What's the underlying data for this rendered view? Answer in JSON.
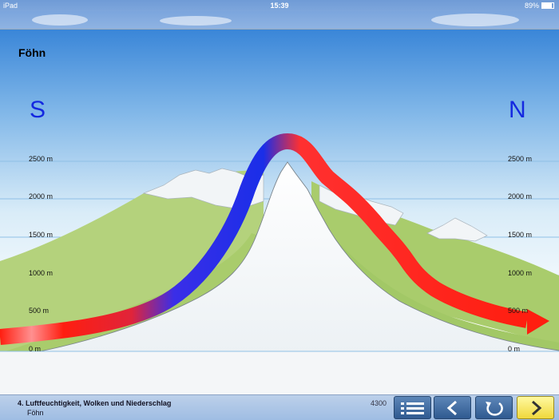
{
  "status_bar": {
    "device": "iPad",
    "time": "15:39",
    "battery": "89%"
  },
  "page": {
    "title": "Föhn",
    "direction_left": "S",
    "direction_right": "N",
    "altitudes_left": [
      "2500 m",
      "2000 m",
      "1500 m",
      "1000 m",
      "500 m",
      "0 m"
    ],
    "altitudes_right": [
      "2500 m",
      "2000 m",
      "1500 m",
      "1000 m",
      "500 m",
      "0 m"
    ]
  },
  "footer": {
    "chapter": "4.  Luftfeuchtigkeit, Wolken und Niederschlag",
    "subtitle": "Föhn",
    "page_number": "4300"
  },
  "nav": {
    "menu_icon": "list-icon",
    "back_icon": "chevron-left-icon",
    "replay_icon": "replay-icon",
    "next_icon": "chevron-right-icon"
  },
  "colors": {
    "cold_air": "#1a2ee8",
    "warm_air": "#ff1e10",
    "meadow": "#a9cc6c",
    "snow": "#eef2f5",
    "direction": "#1428e0"
  }
}
